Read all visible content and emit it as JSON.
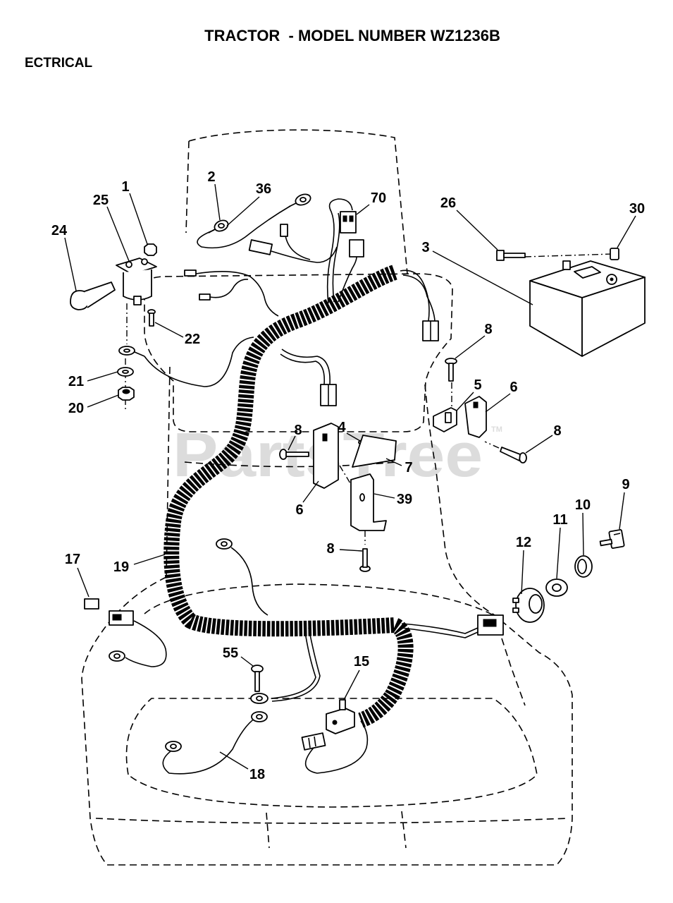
{
  "header": {
    "title": "TRACTOR  - MODEL NUMBER WZ1236B",
    "section": "ECTRICAL"
  },
  "watermark": {
    "text": "PartsTree",
    "tm": "TM"
  },
  "callouts": [
    "1",
    "25",
    "24",
    "2",
    "36",
    "70",
    "26",
    "30",
    "3",
    "22",
    "8",
    "21",
    "20",
    "5",
    "6",
    "4",
    "8",
    "8",
    "7",
    "6",
    "39",
    "8",
    "9",
    "10",
    "11",
    "12",
    "17",
    "19",
    "55",
    "15",
    "18"
  ]
}
